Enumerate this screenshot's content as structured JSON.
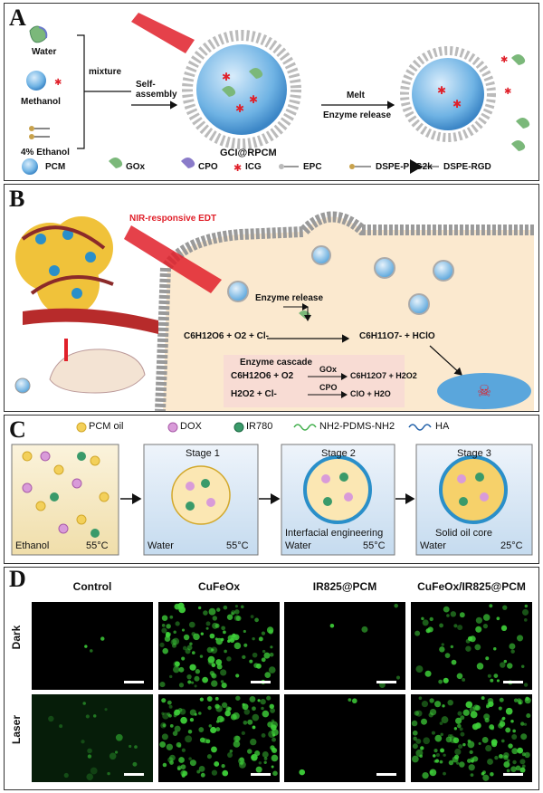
{
  "panelA": {
    "label": "A",
    "water": "Water",
    "methanol": "Methanol",
    "mixture": "mixture",
    "ethanol": "4% Ethanol",
    "self_assembly": "Self-\nassembly",
    "melt": "Melt",
    "enzyme_release": "Enzyme release",
    "product": "GCI@RPCM",
    "legend": [
      "PCM",
      "GOx",
      "CPO",
      "ICG",
      "EPC",
      "DSPE-PEG2k",
      "DSPE-RGD"
    ]
  },
  "panelB": {
    "label": "B",
    "nir": "NIR-responsive EDT",
    "enzyme_release": "Enzyme release",
    "reaction_main_left": "C6H12O6 + O2 + Cl-",
    "reaction_main_right": "C6H11O7- + HClO",
    "cascade_title": "Enzyme cascade",
    "r1_left": "C6H12O6 + O2",
    "r1_enzyme": "GOx",
    "r1_right": "C6H12O7 + H2O2",
    "r2_left": "H2O2 + Cl-",
    "r2_enzyme": "CPO",
    "r2_right": "ClO + H2O"
  },
  "panelC": {
    "label": "C",
    "legend": [
      "PCM oil",
      "DOX",
      "IR780",
      "NH2-PDMS-NH2",
      "HA"
    ],
    "box1_solvent": "Ethanol",
    "box1_temp": "55°C",
    "stage1": "Stage 1",
    "box2_solvent": "Water",
    "box2_temp": "55°C",
    "stage2": "Stage 2",
    "box3_note": "Interfacial engineering",
    "box3_solvent": "Water",
    "box3_temp": "55°C",
    "stage3": "Stage 3",
    "box4_note": "Solid oil core",
    "box4_solvent": "Water",
    "box4_temp": "25°C"
  },
  "panelD": {
    "label": "D",
    "columns": [
      "Control",
      "CuFeOx",
      "IR825@PCM",
      "CuFeOx/IR825@PCM"
    ],
    "rows": [
      "Dark",
      "Laser"
    ],
    "fluorescence": [
      [
        0.02,
        0.75,
        0.03,
        0.35
      ],
      [
        0.12,
        0.8,
        0.02,
        0.85
      ]
    ],
    "colors": {
      "green": "#3fd23a",
      "bg": "#000000"
    }
  },
  "colors": {
    "pcm_blue": "#5aa6dc",
    "cell_yellow": "#f0c23a",
    "laser_red": "#e0202a",
    "membrane_gray": "#9a9a9a",
    "cytoplasm": "#fbe9cf"
  }
}
